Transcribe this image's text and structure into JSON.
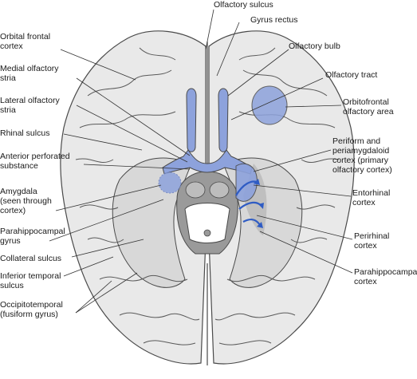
{
  "labels": {
    "olfactory_sulcus": "Olfactory sulcus",
    "gyrus_rectus": "Gyrus rectus",
    "olfactory_bulb": "Olfactory bulb",
    "olfactory_tract": "Olfactory tract",
    "orbitofrontal_olfactory_area": "Orbitofrontal\nolfactory area",
    "periform_cortex": "Periform and\nperiamygdaloid\ncortex (primary\nolfactory cortex)",
    "entorhinal_cortex": "Entorhinal\ncortex",
    "perirhinal_cortex": "Perirhinal\ncortex",
    "parahippocampal_cortex": "Parahippocampal\ncortex",
    "orbital_frontal_cortex": "Orbital frontal\ncortex",
    "medial_olfactory_stria": "Medial olfactory\nstria",
    "lateral_olfactory_stria": "Lateral olfactory\nstria",
    "rhinal_sulcus": "Rhinal sulcus",
    "anterior_perforated_substance": "Anterior perforated\nsubstance",
    "amygdala": "Amygdala\n(seen through\ncortex)",
    "parahippocampal_gyrus": "Parahippocampal\ngyrus",
    "collateral_sulcus": "Collateral sulcus",
    "inferior_temporal_sulcus": "Inferior temporal\nsulcus",
    "occipitotemporal": "Occipitotemporal\n(fusiform gyrus)"
  },
  "colors": {
    "brain_fill": "#e9e9e9",
    "outline": "#4a4a4a",
    "olfactory_blue": "#8da2dc",
    "arrow_blue": "#2f5cc4",
    "shade": "#c9c9c9",
    "brainstem": "#9a9a9a"
  }
}
